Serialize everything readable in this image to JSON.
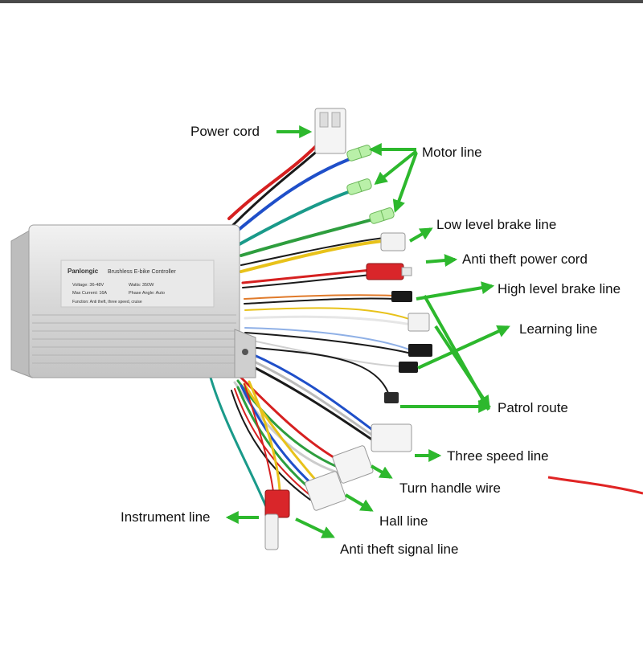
{
  "colors": {
    "arrow": "#2db82d",
    "wire_red": "#d62020",
    "wire_blue": "#1f4fc9",
    "wire_teal": "#1a9a8a",
    "wire_yellow": "#e8c21a",
    "wire_green": "#2e9e3e",
    "wire_black": "#1a1a1a",
    "wire_white": "#e6e6e6",
    "wire_orange": "#e07a2a",
    "casing": "#dcdcdc"
  },
  "controller": {
    "brand": "Panlongic",
    "model": "Brushless E-bike Controller",
    "voltage": "Voltage: 36-48V",
    "watts": "Watts: 350W",
    "max_current": "Max Current: 16A",
    "phase_angle": "Phase Angle: Auto",
    "function": "Function: Anti theft, three speed, cruise"
  },
  "labels": {
    "power_cord": "Power cord",
    "motor_line": "Motor line",
    "low_level_brake_line": "Low level brake line",
    "anti_theft_power_cord": "Anti theft power cord",
    "high_level_brake_line": "High level brake line",
    "learning_line": "Learning line",
    "patrol_route": "Patrol route",
    "three_speed_line": "Three speed line",
    "turn_handle_wire": "Turn handle wire",
    "hall_line": "Hall line",
    "instrument_line": "Instrument line",
    "anti_theft_signal_line": "Anti theft signal line"
  }
}
